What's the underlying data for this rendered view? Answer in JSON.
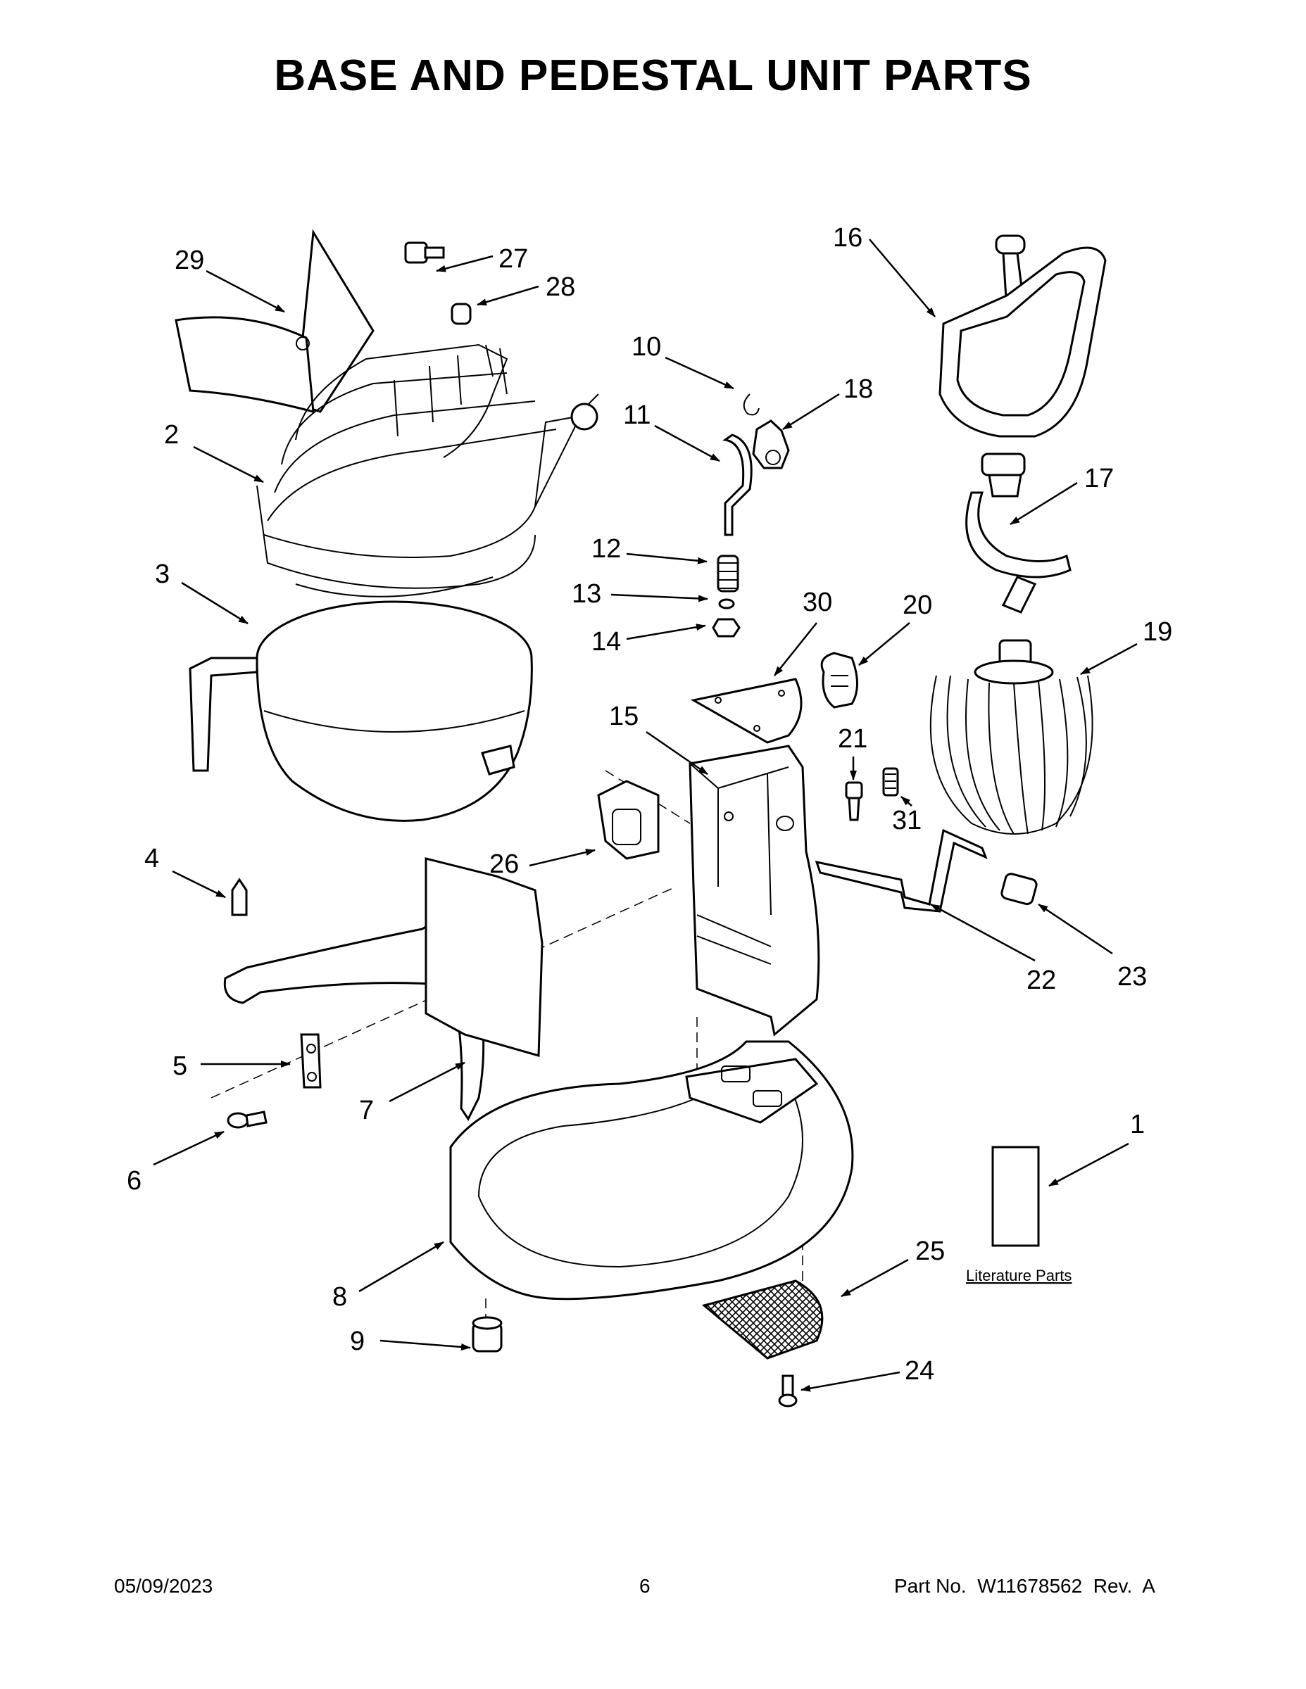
{
  "title": "BASE AND PEDESTAL UNIT PARTS",
  "callouts": [
    "1",
    "2",
    "3",
    "4",
    "5",
    "6",
    "7",
    "8",
    "9",
    "10",
    "11",
    "12",
    "13",
    "14",
    "15",
    "16",
    "17",
    "18",
    "19",
    "20",
    "21",
    "22",
    "23",
    "24",
    "25",
    "26",
    "27",
    "28",
    "29",
    "30",
    "31"
  ],
  "literature_label": "Literature Parts",
  "footer": {
    "date": "05/09/2023",
    "page": "6",
    "part_number": "Part No.  W11678562  Rev.  A"
  }
}
